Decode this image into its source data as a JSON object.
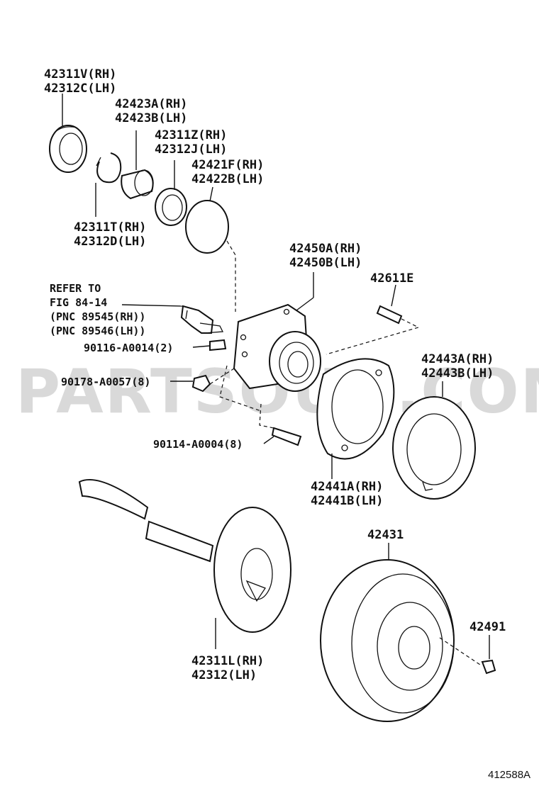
{
  "watermark": "PARTSOUQ.COM",
  "figure_ref": "412588A",
  "labels": {
    "oil_seal": [
      "42311V(RH)",
      "42312C(LH)"
    ],
    "spacer": [
      "42423A(RH)",
      "42423B(LH)"
    ],
    "bearing_outer": [
      "42311Z(RH)",
      "42312J(LH)"
    ],
    "o_ring": [
      "42421F(RH)",
      "42422B(LH)"
    ],
    "snap_ring": [
      "42311T(RH)",
      "42312D(LH)"
    ],
    "hub_bearing": [
      "42450A(RH)",
      "42450B(LH)"
    ],
    "bolt_top": "42611E",
    "refer": [
      "REFER TO",
      "FIG 84-14",
      "(PNC 89545(RH))",
      "(PNC 89546(LH))"
    ],
    "screw_sensor": "90116-A0014(2)",
    "nut": "90178-A0057(8)",
    "bolt_hub": "90114-A0004(8)",
    "gasket_plate": [
      "42443A(RH)",
      "42443B(LH)"
    ],
    "backing_plate": [
      "42441A(RH)",
      "42441B(LH)"
    ],
    "disc": "42431",
    "disc_screw": "42491",
    "axle_shaft": [
      "42311L(RH)",
      "42312(LH)"
    ]
  }
}
